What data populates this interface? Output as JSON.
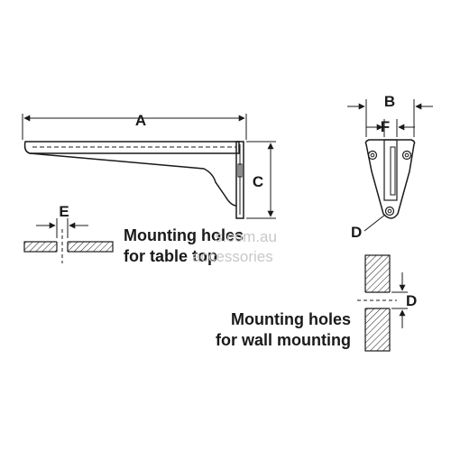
{
  "dimensions": {
    "a": "A",
    "b": "B",
    "c": "C",
    "d_label_bracket": "D",
    "d_label_wall": "D",
    "e": "E",
    "f": "F"
  },
  "captions": {
    "table_top_line1": "Mounting holes",
    "table_top_line2": "for table top",
    "wall_line1": "Mounting holes",
    "wall_line2": "for wall mounting"
  },
  "watermark": {
    "line1": "s.com.au",
    "line2": "accessories"
  }
}
